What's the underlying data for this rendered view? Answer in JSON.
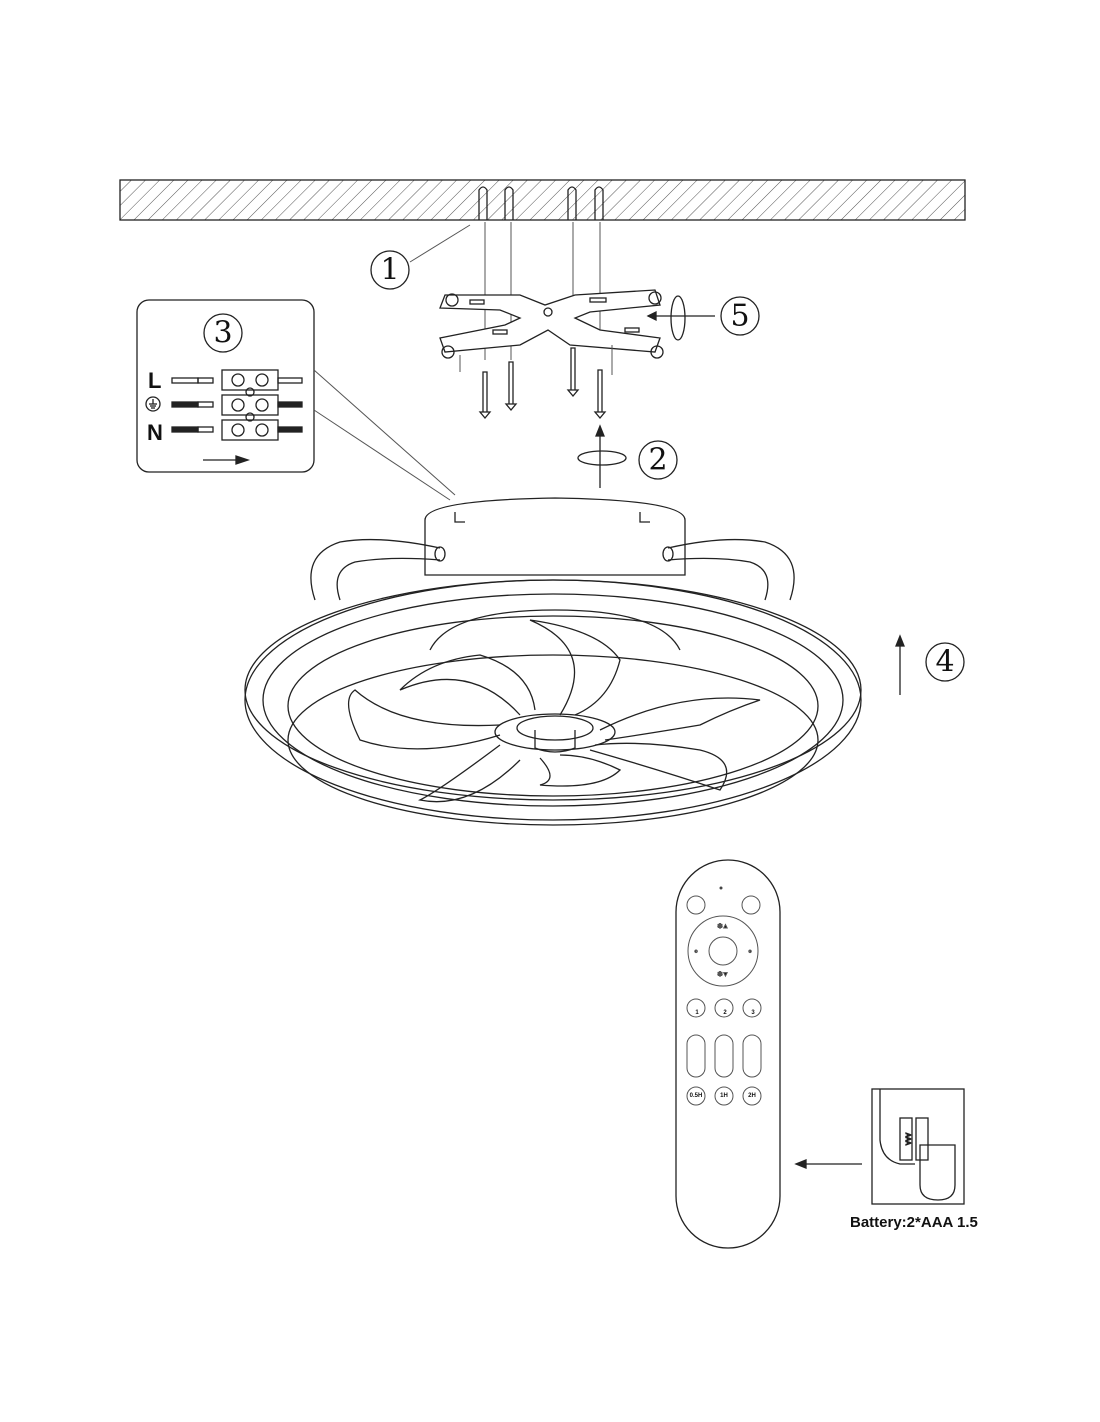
{
  "callouts": {
    "step1": "1",
    "step2": "2",
    "step3": "3",
    "step4": "4",
    "step5": "5"
  },
  "wiring": {
    "live": "L",
    "neutral": "N",
    "earth_icon": "earth-ground-icon"
  },
  "remote": {
    "speed_buttons": [
      "1",
      "2",
      "3"
    ],
    "timer_buttons": [
      "0.5H",
      "1H",
      "2H"
    ]
  },
  "battery": {
    "label": "Battery:2*AAA 1.5",
    "cell_text": "AAA"
  }
}
